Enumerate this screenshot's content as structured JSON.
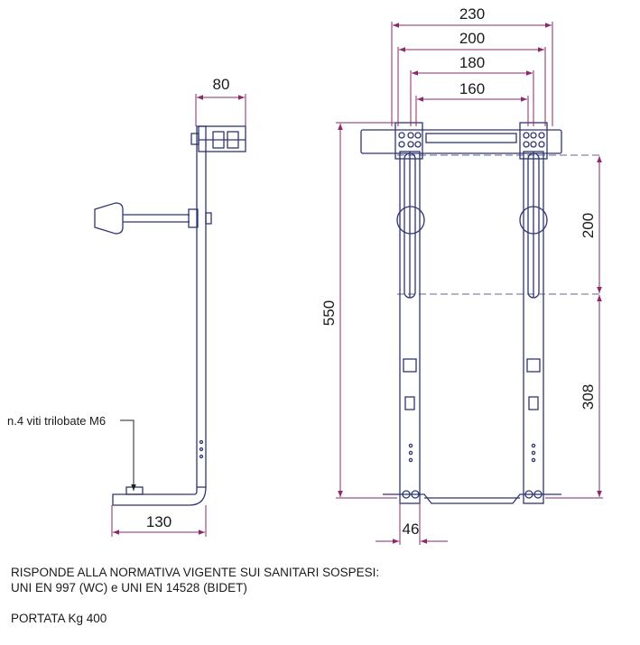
{
  "side_view": {
    "dim_top": "80",
    "dim_bottom": "130",
    "screw_note": "n.4 viti trilobate M6"
  },
  "front_view": {
    "dims_top": [
      "230",
      "200",
      "180",
      "160"
    ],
    "dim_height_total": "550",
    "dim_upper": "200",
    "dim_lower": "308",
    "dim_foot": "46"
  },
  "notes": {
    "line1": "RISPONDE ALLA NORMATIVA VIGENTE SUI SANITARI SOSPESI:",
    "line2": "UNI EN 997 (WC) e UNI EN 14528 (BIDET)",
    "line3": "PORTATA Kg 400"
  },
  "colors": {
    "outline": "#2e3570",
    "dimension": "#8a2a6a"
  }
}
